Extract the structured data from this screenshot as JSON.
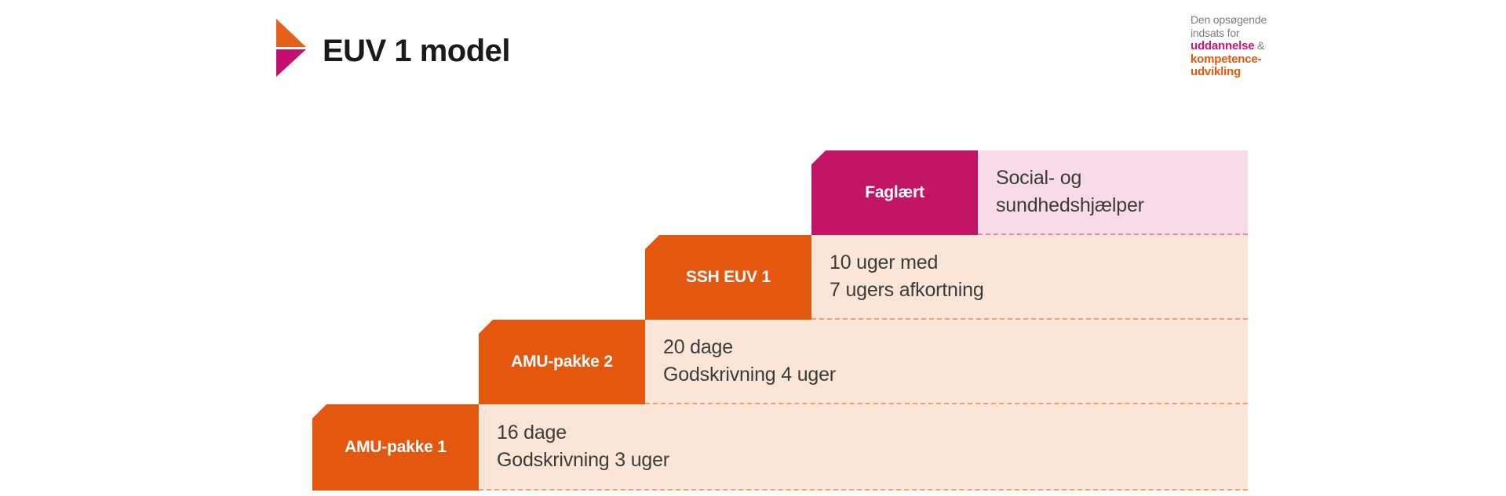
{
  "header": {
    "title": "EUV 1 model"
  },
  "logo": {
    "line1": "Den opsøgende",
    "line2": "indsats for",
    "line3_brand": "uddannelse",
    "line3_amp": " &",
    "line4": "kompetence-",
    "line5": "udvikling"
  },
  "steps": [
    {
      "id": "faglaert",
      "label": "Faglært",
      "lines": [
        "Social- og",
        "sundhedshjælper"
      ],
      "label_color": "#C31568",
      "content_color": "#F8DBE9",
      "divider_color": "#E682AF"
    },
    {
      "id": "ssh-euv-1",
      "label": "SSH EUV 1",
      "lines": [
        "10 uger med",
        "7 ugers afkortning"
      ],
      "label_color": "#E4570F",
      "content_color": "#FAE5D6",
      "divider_color": "#F0A076"
    },
    {
      "id": "amu-pakke-2",
      "label": "AMU-pakke 2",
      "lines": [
        "20 dage",
        "Godskrivning 4 uger"
      ],
      "label_color": "#E4570F",
      "content_color": "#FAE5D6",
      "divider_color": "#F0A076"
    },
    {
      "id": "amu-pakke-1",
      "label": "AMU-pakke 1",
      "lines": [
        "16 dage",
        "Godskrivning 3 uger"
      ],
      "label_color": "#E4570F",
      "content_color": "#FAE5D6",
      "divider_color": "#F0A076"
    }
  ],
  "colors": {
    "background": "#FFFFFF",
    "title_text": "#1A1A1A",
    "step_text": "#3B3B3B",
    "label_text": "#FFFFFF",
    "icon_orange": "#E8611A",
    "icon_magenta": "#C50D72",
    "logo_gray": "#7E7E7E",
    "logo_magenta": "#D60F7E",
    "logo_orange": "#E8560A"
  }
}
